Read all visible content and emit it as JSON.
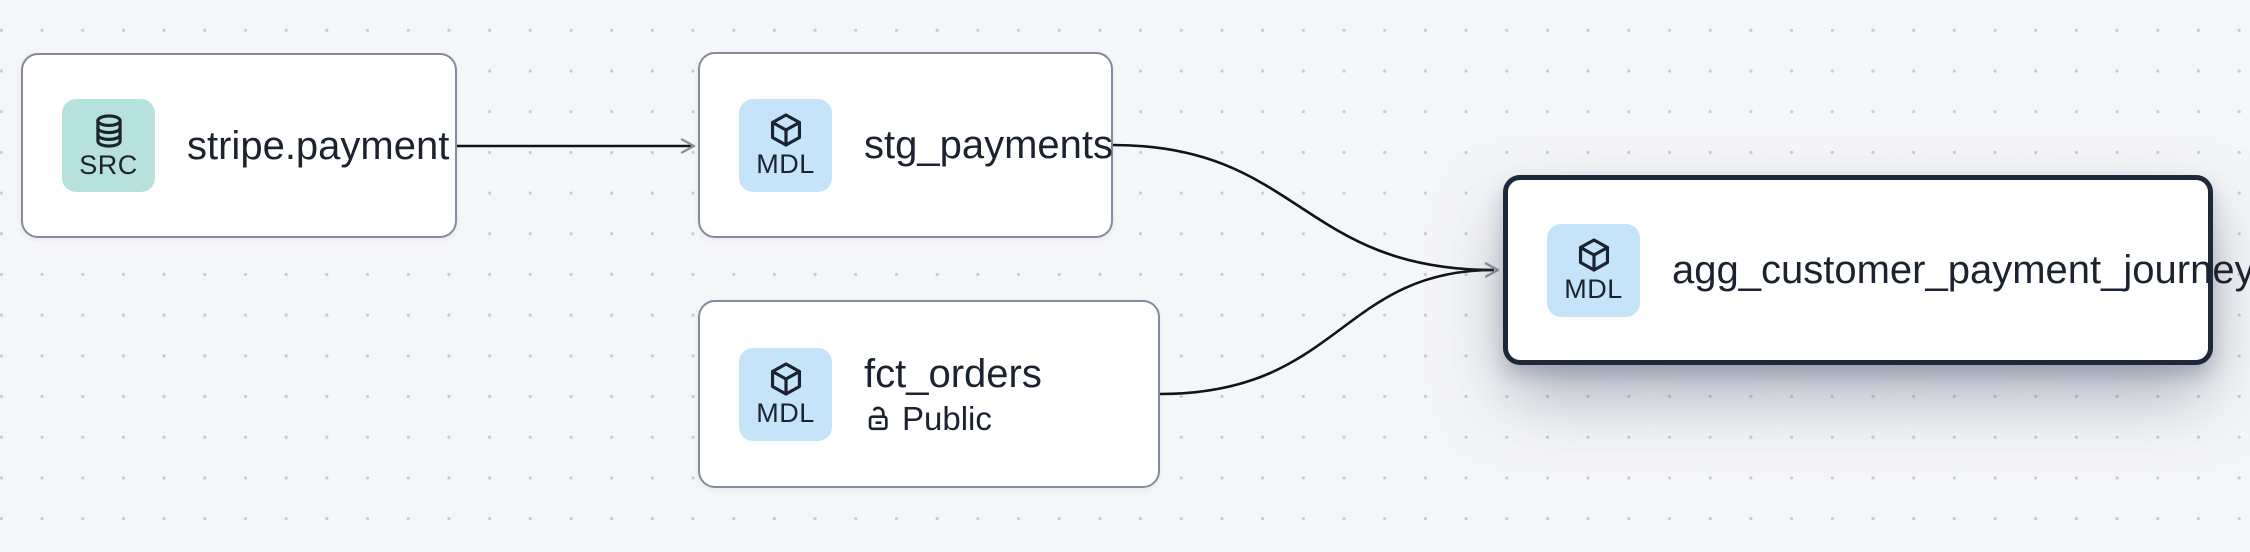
{
  "canvas": {
    "kind": "lineage-graph",
    "background_color": "#f5f6f8",
    "dot_color": "#c6cad1"
  },
  "theme": {
    "canvas_bg": "#f5f6f8",
    "dot": "#c6cad1",
    "ink": "#1b2230",
    "node_border": "#848c9b",
    "selected_border": "#1d2838",
    "badge_teal": "#b7e1dc",
    "badge_blue": "#c6e4f9",
    "edge": "#101317",
    "arrowhead": "#8b919c"
  },
  "nodes": [
    {
      "id": "stripe_payment",
      "label": "stripe.payment",
      "badge": "SRC",
      "badge_icon": "database-icon",
      "badge_color": "#b7e1dc",
      "selected": false
    },
    {
      "id": "stg_payments",
      "label": "stg_payments",
      "badge": "MDL",
      "badge_icon": "cube-icon",
      "badge_color": "#c6e4f9",
      "selected": false
    },
    {
      "id": "fct_orders",
      "label": "fct_orders",
      "badge": "MDL",
      "badge_icon": "cube-icon",
      "badge_color": "#c6e4f9",
      "access": "Public",
      "access_icon": "lock-open-icon",
      "selected": false
    },
    {
      "id": "agg_customer_payment_journey",
      "label": "agg_customer_payment_journey",
      "badge": "MDL",
      "badge_icon": "cube-icon",
      "badge_color": "#c6e4f9",
      "selected": true
    }
  ],
  "edges": [
    {
      "from": "stripe_payment",
      "to": "stg_payments"
    },
    {
      "from": "stg_payments",
      "to": "agg_customer_payment_journey"
    },
    {
      "from": "fct_orders",
      "to": "agg_customer_payment_journey"
    }
  ]
}
